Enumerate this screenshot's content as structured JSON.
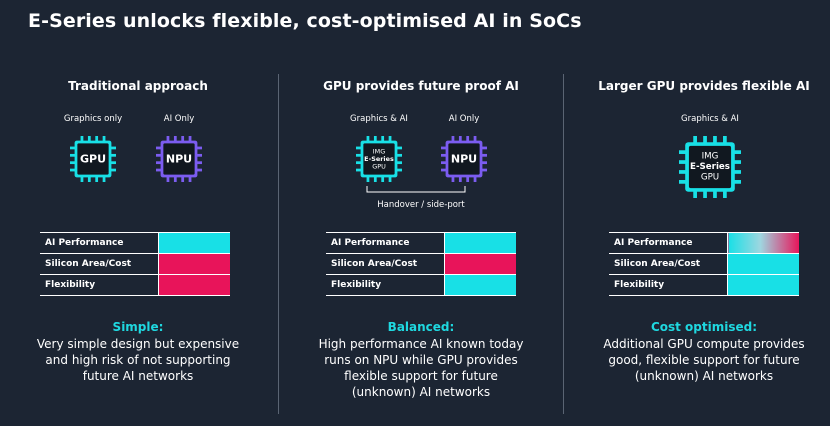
{
  "title": "E-Series unlocks flexible, cost-optimised AI in SoCs",
  "colors": {
    "background": "#1c2533",
    "cyan": "#18e0e6",
    "pink": "#e8145a",
    "purple": "#7b5cf0",
    "summary": "#1fd8e0"
  },
  "icons": {
    "chip": "chip-icon"
  },
  "metric_labels": [
    "AI Performance",
    "Silicon Area/Cost",
    "Flexibility"
  ],
  "columns": [
    {
      "heading": "Traditional approach",
      "chips": [
        {
          "caption": "Graphics only",
          "lines": [
            "GPU"
          ],
          "color": "#18e0e6"
        },
        {
          "caption": "AI Only",
          "lines": [
            "NPU"
          ],
          "color": "#7b5cf0"
        }
      ],
      "handover": "",
      "bars": [
        "cyan",
        "pink",
        "pink"
      ],
      "summary_title": "Simple:",
      "summary_lines": [
        "Very simple design but expensive",
        "and high risk of not supporting",
        "future AI networks"
      ]
    },
    {
      "heading": "GPU provides future proof AI",
      "chips": [
        {
          "caption": "Graphics & AI",
          "lines": [
            "IMG",
            "E-Series",
            "GPU"
          ],
          "color": "#18e0e6"
        },
        {
          "caption": "AI Only",
          "lines": [
            "NPU"
          ],
          "color": "#7b5cf0"
        }
      ],
      "handover": "Handover / side-port",
      "bars": [
        "cyan",
        "pink",
        "cyan"
      ],
      "summary_title": "Balanced:",
      "summary_lines": [
        "High performance AI known today",
        "runs on NPU while GPU provides",
        "flexible support for future",
        "(unknown) AI networks"
      ]
    },
    {
      "heading": "Larger GPU provides flexible AI",
      "chips": [
        {
          "caption": "Graphics & AI",
          "lines": [
            "IMG",
            "E-Series",
            "GPU"
          ],
          "color": "#18e0e6"
        }
      ],
      "handover": "",
      "bars": [
        "gradient",
        "cyan",
        "cyan"
      ],
      "summary_title": "Cost optimised:",
      "summary_lines": [
        "Additional GPU compute provides",
        "good, flexible support for future",
        "(unknown) AI networks"
      ]
    }
  ]
}
